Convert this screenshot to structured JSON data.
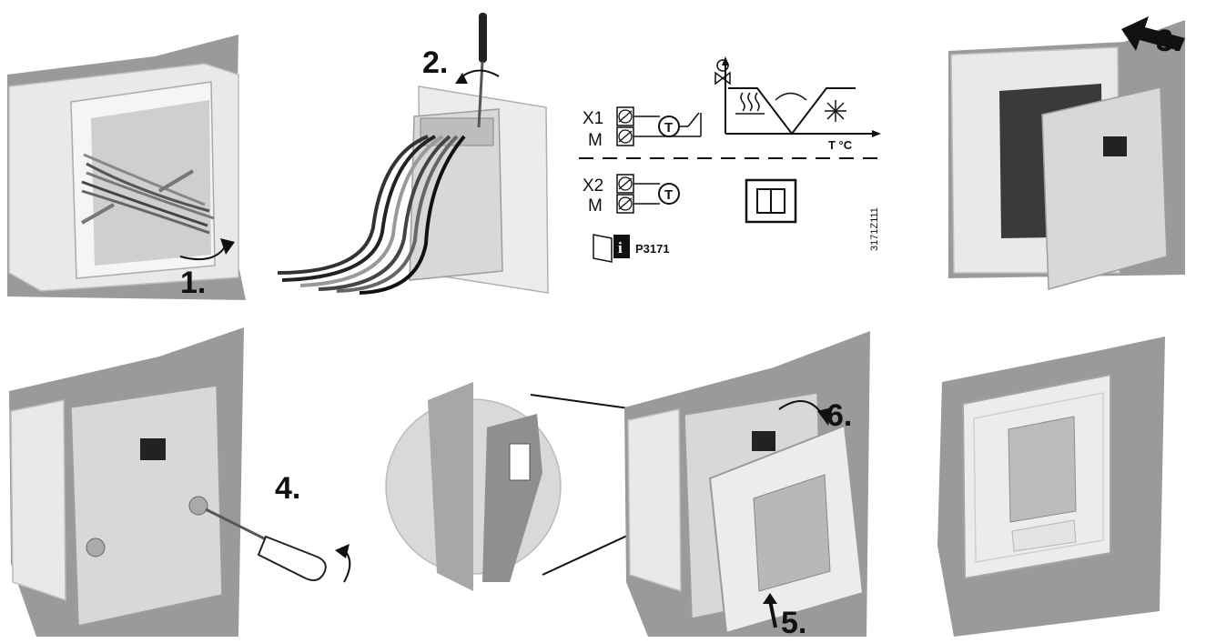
{
  "steps": {
    "s1": "1.",
    "s2": "2.",
    "s3": "3.",
    "s4": "4.",
    "s5": "5.",
    "s6": "6."
  },
  "wiring": {
    "x1": "X1",
    "m1": "M",
    "x2": "X2",
    "m2": "M",
    "sensor_symbol": "T",
    "axis_unit": "T °C",
    "doc_ref": "P3171",
    "info_symbol": "i",
    "drawing_code": "3171Z111"
  },
  "colors": {
    "wall": "#9a9a9a",
    "box": "#e9e9e9",
    "plate": "#d8d8d8",
    "ink": "#111111"
  }
}
